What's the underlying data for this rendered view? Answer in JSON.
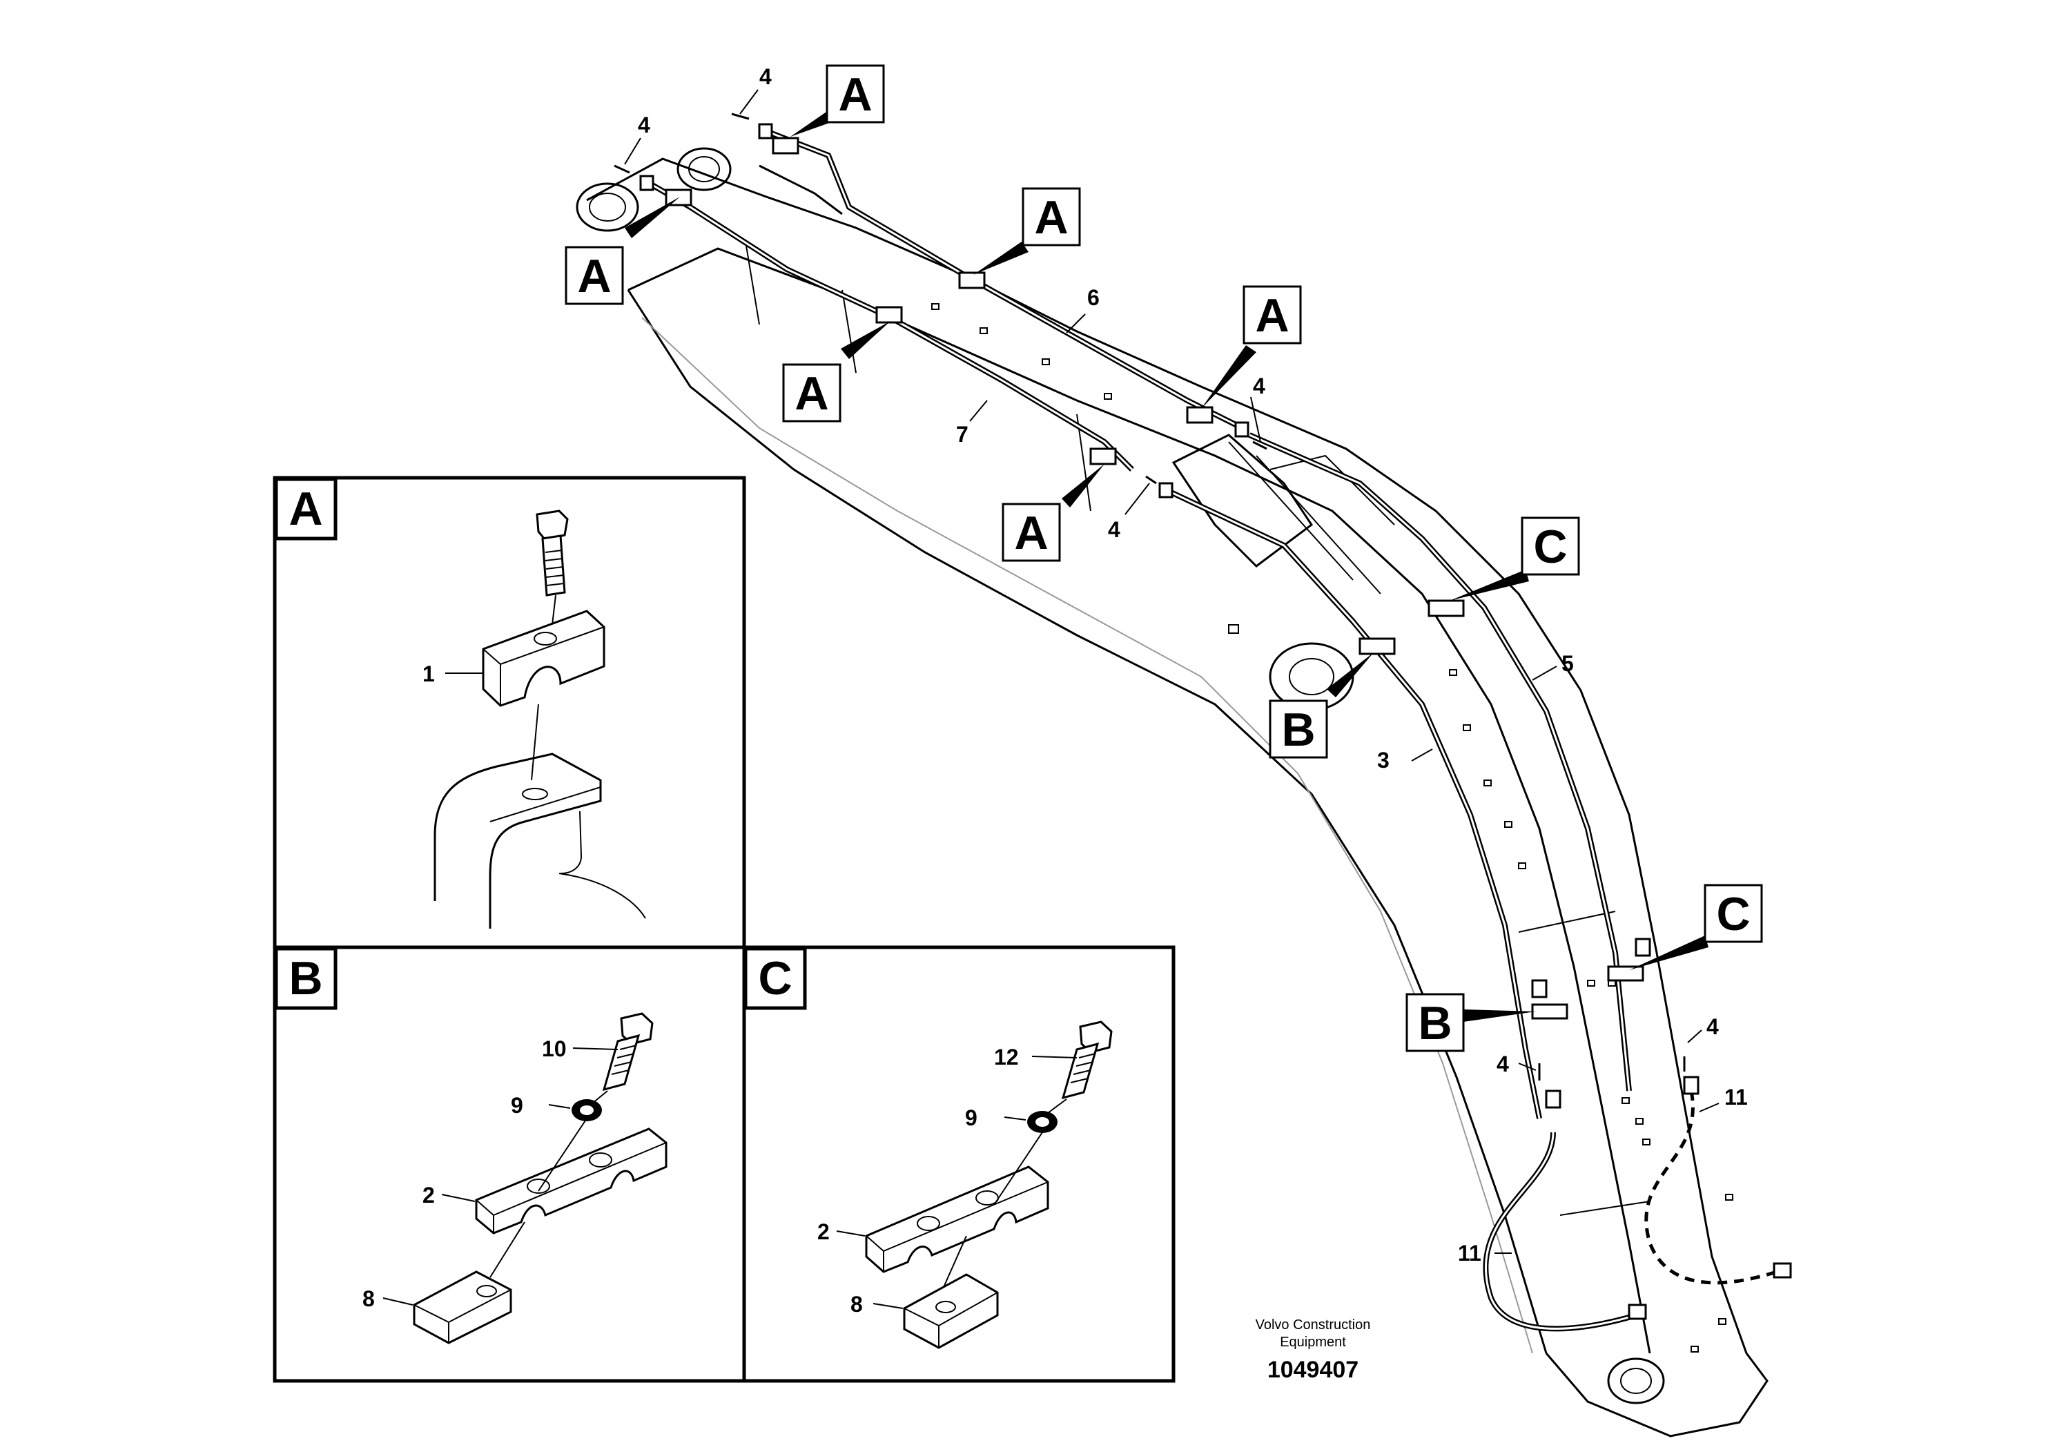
{
  "labels": {
    "callout_tags": [
      "A",
      "A",
      "A",
      "A",
      "A",
      "A",
      "B",
      "B",
      "C",
      "C"
    ],
    "part_numbers": [
      "4",
      "4",
      "4",
      "4",
      "4",
      "4",
      "6",
      "7",
      "5",
      "3",
      "11",
      "11"
    ]
  },
  "detail_a": {
    "title": "A",
    "part_1": "1"
  },
  "detail_b": {
    "title": "B",
    "part_10": "10",
    "part_9": "9",
    "part_2": "2",
    "part_8": "8"
  },
  "detail_c": {
    "title": "C",
    "part_12": "12",
    "part_9": "9",
    "part_2": "2",
    "part_8": "8"
  },
  "credit": {
    "line1": "Volvo Construction",
    "line2": "Equipment",
    "drawing_number": "1049407"
  }
}
